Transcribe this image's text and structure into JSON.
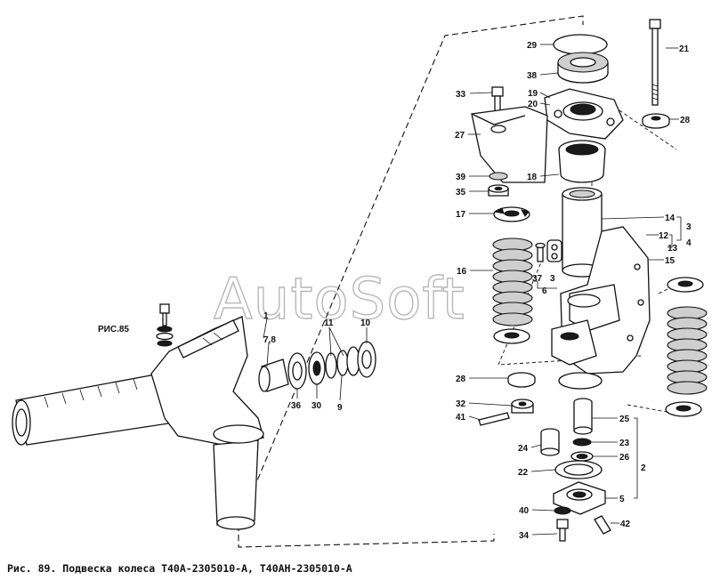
{
  "figure": {
    "caption": "Рис. 89. Подвеска колеса Т40А-2305010-А, Т40АН-2305010-А",
    "watermark": "AutoSoft",
    "reference_label": "РИС.85"
  },
  "callouts": {
    "c29": "29",
    "c21": "21",
    "c38": "38",
    "c33": "33",
    "c19": "19",
    "c20": "20",
    "c28a": "28",
    "c27": "27",
    "c18": "18",
    "c39": "39",
    "c35": "35",
    "c17": "17",
    "c14": "14",
    "c3": "3",
    "c12": "12",
    "c4": "4",
    "c13": "13",
    "c16": "16",
    "c15": "15",
    "c37": "37",
    "c3b": "3",
    "c6": "6",
    "c1": "1",
    "c78": "7,8",
    "c11": "11",
    "c10": "10",
    "c36": "36",
    "c30": "30",
    "c9": "9",
    "c28b": "28",
    "c32": "32",
    "c41": "41",
    "c25": "25",
    "c24": "24",
    "c23": "23",
    "c26": "26",
    "c22": "22",
    "c2": "2",
    "c5": "5",
    "c40": "40",
    "c42": "42",
    "c34": "34"
  }
}
